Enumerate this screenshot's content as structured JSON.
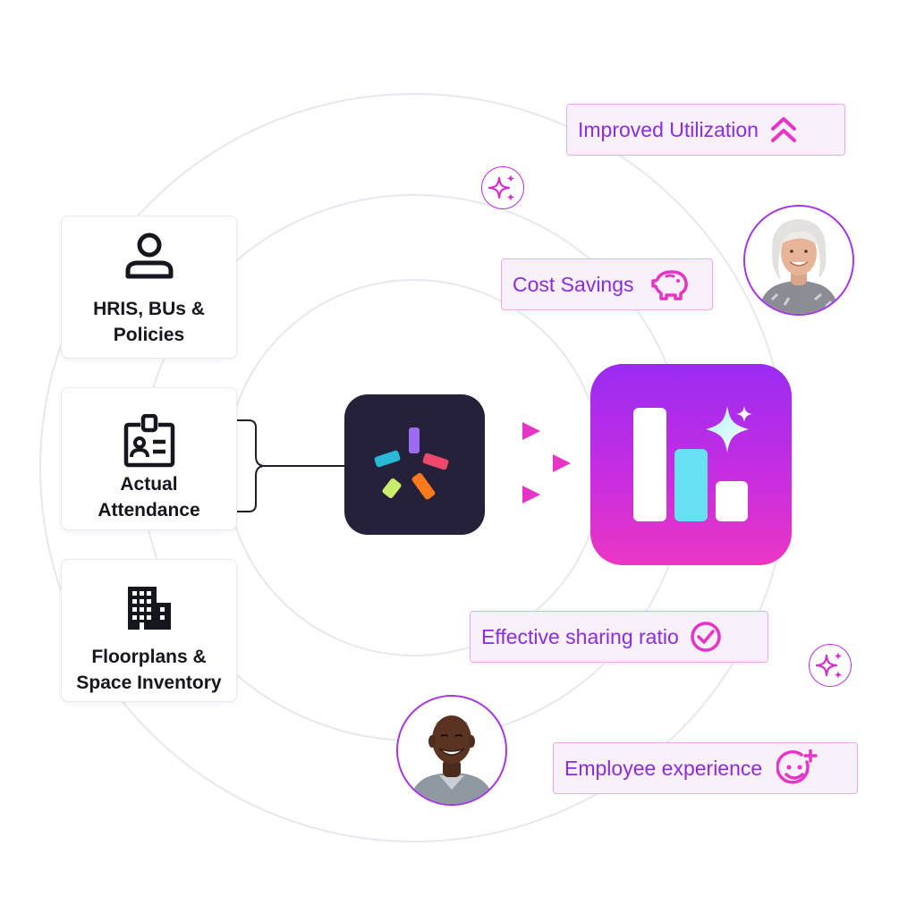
{
  "sources": [
    {
      "id": "hris",
      "label": "HRIS, BUs &\nPolicies",
      "icon": "person-icon"
    },
    {
      "id": "attendance",
      "label": "Actual\nAttendance",
      "icon": "id-badge-icon"
    },
    {
      "id": "floorplans",
      "label": "Floorplans &\nSpace Inventory",
      "icon": "building-icon"
    }
  ],
  "hub": {
    "icon": "pinwheel-logo-icon"
  },
  "target": {
    "icon": "bar-chart-sparkle-icon"
  },
  "outcomes": {
    "utilization": "Improved Utilization",
    "cost": "Cost Savings",
    "sharing": "Effective sharing ratio",
    "experience": "Employee experience"
  },
  "colors": {
    "purple": "#8c2be0",
    "magenta": "#e634c6",
    "hub_bg": "#25213a",
    "ring": "#e6e7ef"
  }
}
